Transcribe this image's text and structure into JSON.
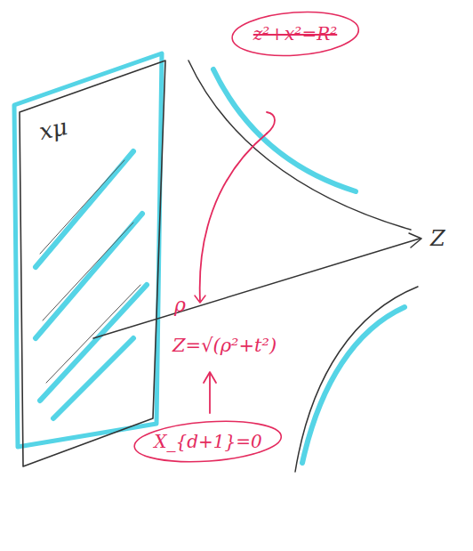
{
  "diagram": {
    "nodes": [
      {
        "text": [
          "z²+x²=R²"
        ]
      },
      {
        "text": [
          "X_{d+1}=0"
        ]
      }
    ],
    "labels": [
      "xμ",
      "Z",
      "ρ",
      "Z=√(ρ²+t²)"
    ]
  }
}
